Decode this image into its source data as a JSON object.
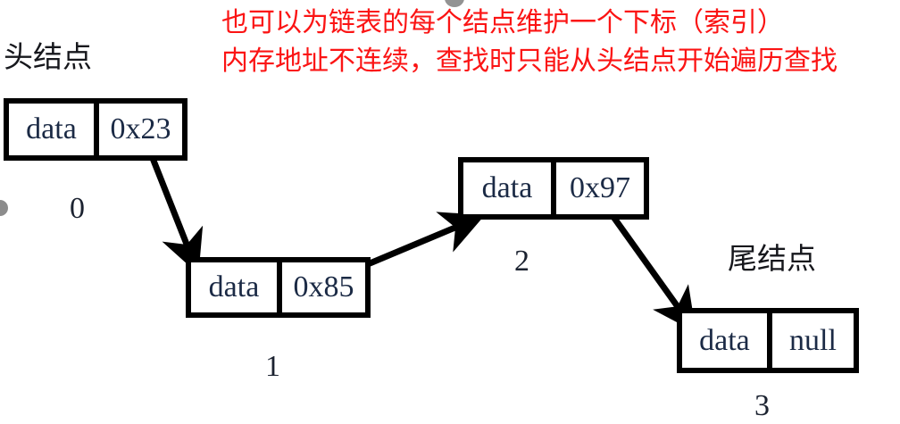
{
  "annotations": {
    "line_1": "也可以为链表的每个结点维护一个下标（索引）",
    "line_2": "内存地址不连续，查找时只能从头结点开始遍历查找",
    "color": "#fb1414"
  },
  "diagram": {
    "type": "singly-linked-list",
    "node_color": "#000000",
    "text_color": "#1b2a45",
    "nodes": [
      {
        "index": "0",
        "data_label": "data",
        "pointer_label": "0x23",
        "title": "头结点"
      },
      {
        "index": "1",
        "data_label": "data",
        "pointer_label": "0x85",
        "title": ""
      },
      {
        "index": "2",
        "data_label": "data",
        "pointer_label": "0x97",
        "title": ""
      },
      {
        "index": "3",
        "data_label": "data",
        "pointer_label": "null",
        "title": "尾结点"
      }
    ]
  }
}
